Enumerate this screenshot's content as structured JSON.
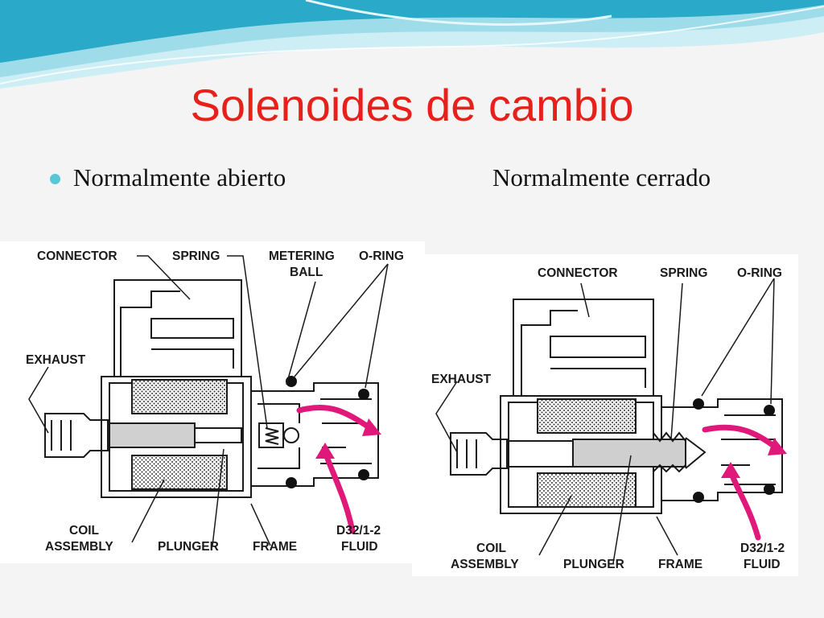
{
  "slide": {
    "title": "Solenoides de cambio",
    "bullet_text": "Normalmente abierto",
    "right_text": "Normalmente cerrado"
  },
  "theme": {
    "title_color": "#e8201c",
    "bullet_color": "#5bc6d8",
    "swoosh_colors": [
      "#2aa9c9",
      "#9fdcea",
      "#cdeef5"
    ],
    "flow_arrow_color": "#e0187a"
  },
  "diagram_open": {
    "labels": {
      "connector": "CONNECTOR",
      "spring": "SPRING",
      "metering_ball_1": "METERING",
      "metering_ball_2": "BALL",
      "o_ring": "O-RING",
      "exhaust": "EXHAUST",
      "coil_1": "COIL",
      "coil_2": "ASSEMBLY",
      "plunger": "PLUNGER",
      "frame": "FRAME",
      "fluid_1": "D32/1-2",
      "fluid_2": "FLUID"
    }
  },
  "diagram_closed": {
    "labels": {
      "connector": "CONNECTOR",
      "spring": "SPRING",
      "o_ring": "O-RING",
      "exhaust": "EXHAUST",
      "coil_1": "COIL",
      "coil_2": "ASSEMBLY",
      "plunger": "PLUNGER",
      "frame": "FRAME",
      "fluid_1": "D32/1-2",
      "fluid_2": "FLUID"
    }
  }
}
